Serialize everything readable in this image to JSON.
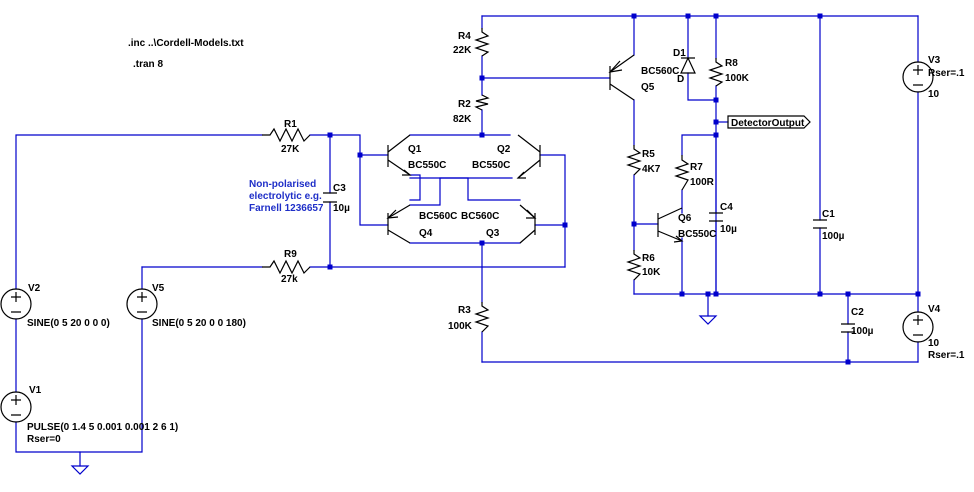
{
  "directives": {
    "include": ".inc ..\\Cordell-Models.txt",
    "tran": ".tran 8"
  },
  "note": {
    "line1": "Non-polarised",
    "line2": "electrolytic e.g.",
    "line3": "Farnell 1236657"
  },
  "label": {
    "detector_output": "DetectorOutput"
  },
  "components": {
    "R1": {
      "name": "R1",
      "value": "27K"
    },
    "R2": {
      "name": "R2",
      "value": "82K"
    },
    "R3": {
      "name": "R3",
      "value": "100K"
    },
    "R4": {
      "name": "R4",
      "value": "22K"
    },
    "R5": {
      "name": "R5",
      "value": "4K7"
    },
    "R6": {
      "name": "R6",
      "value": "10K"
    },
    "R7": {
      "name": "R7",
      "value": "100R"
    },
    "R8": {
      "name": "R8",
      "value": "100K"
    },
    "R9": {
      "name": "R9",
      "value": "27k"
    },
    "C1": {
      "name": "C1",
      "value": "100µ"
    },
    "C2": {
      "name": "C2",
      "value": "100µ"
    },
    "C3": {
      "name": "C3",
      "value": "10µ"
    },
    "C4": {
      "name": "C4",
      "value": "10µ"
    },
    "D1": {
      "name": "D1",
      "value": "D"
    },
    "Q1": {
      "name": "Q1",
      "value": "BC550C"
    },
    "Q2": {
      "name": "Q2",
      "value": "BC550C"
    },
    "Q3": {
      "name": "Q3",
      "value": "BC560C"
    },
    "Q4": {
      "name": "Q4",
      "value": "BC560C"
    },
    "Q5": {
      "name": "Q5",
      "value": "BC560C"
    },
    "Q6": {
      "name": "Q6",
      "value": "BC550C"
    },
    "V1": {
      "name": "V1",
      "value": "PULSE(0 1.4 5 0.001 0.001 2 6 1)",
      "param": "Rser=0"
    },
    "V2": {
      "name": "V2",
      "value": "SINE(0 5 20 0 0 0)"
    },
    "V3": {
      "name": "V3",
      "value": "10",
      "param": "Rser=.1"
    },
    "V4": {
      "name": "V4",
      "value": "10",
      "param": "Rser=.1"
    },
    "V5": {
      "name": "V5",
      "value": "SINE(0 5 20 0 0 180)"
    }
  }
}
